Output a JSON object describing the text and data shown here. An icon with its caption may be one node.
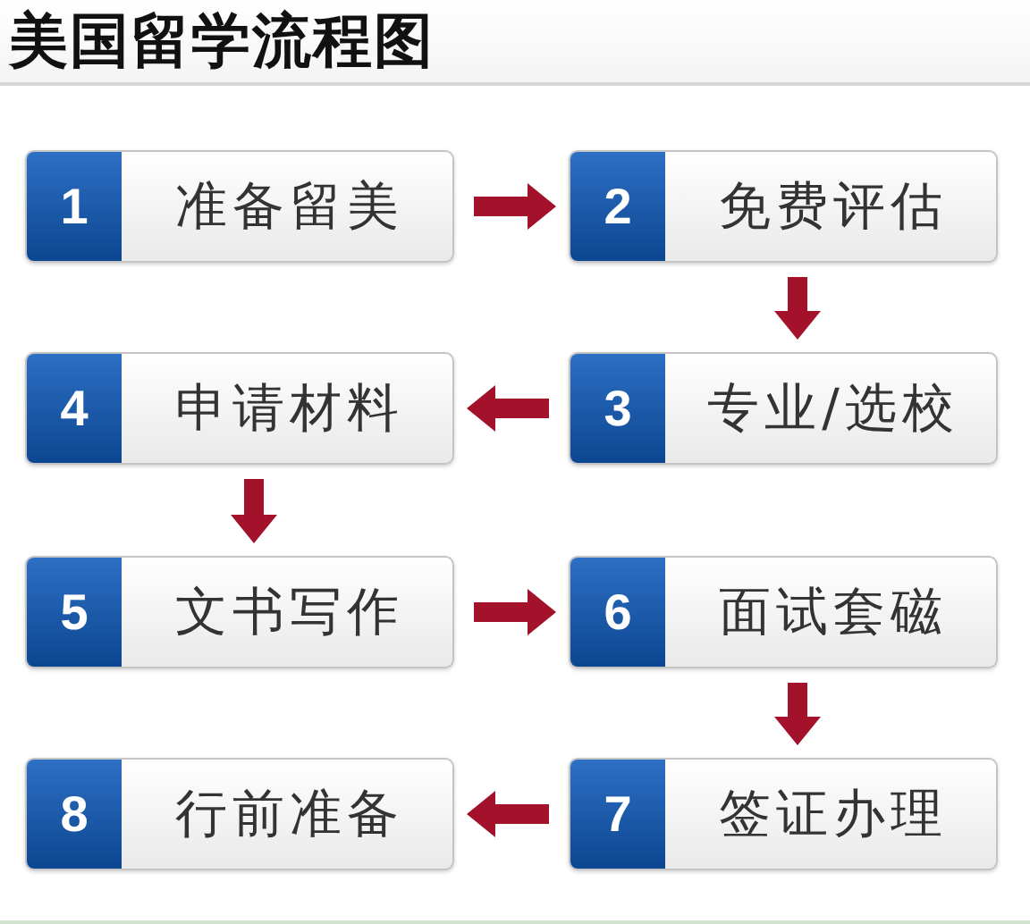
{
  "diagram": {
    "title": "美国留学流程图",
    "nodes": [
      {
        "text": [
          "1",
          "准备留美"
        ]
      },
      {
        "text": [
          "2",
          "免费评估"
        ]
      },
      {
        "text": [
          "3",
          "专业/选校"
        ]
      },
      {
        "text": [
          "4",
          "申请材料"
        ]
      },
      {
        "text": [
          "5",
          "文书写作"
        ]
      },
      {
        "text": [
          "6",
          "面试套磁"
        ]
      },
      {
        "text": [
          "7",
          "签证办理"
        ]
      },
      {
        "text": [
          "8",
          "行前准备"
        ]
      }
    ],
    "edges": [
      {
        "from": 0,
        "to": 1,
        "arrow": "to"
      },
      {
        "from": 1,
        "to": 2,
        "arrow": "to"
      },
      {
        "from": 2,
        "to": 3,
        "arrow": "to"
      },
      {
        "from": 3,
        "to": 4,
        "arrow": "to"
      },
      {
        "from": 4,
        "to": 5,
        "arrow": "to"
      },
      {
        "from": 5,
        "to": 6,
        "arrow": "to"
      },
      {
        "from": 6,
        "to": 7,
        "arrow": "to"
      }
    ]
  }
}
